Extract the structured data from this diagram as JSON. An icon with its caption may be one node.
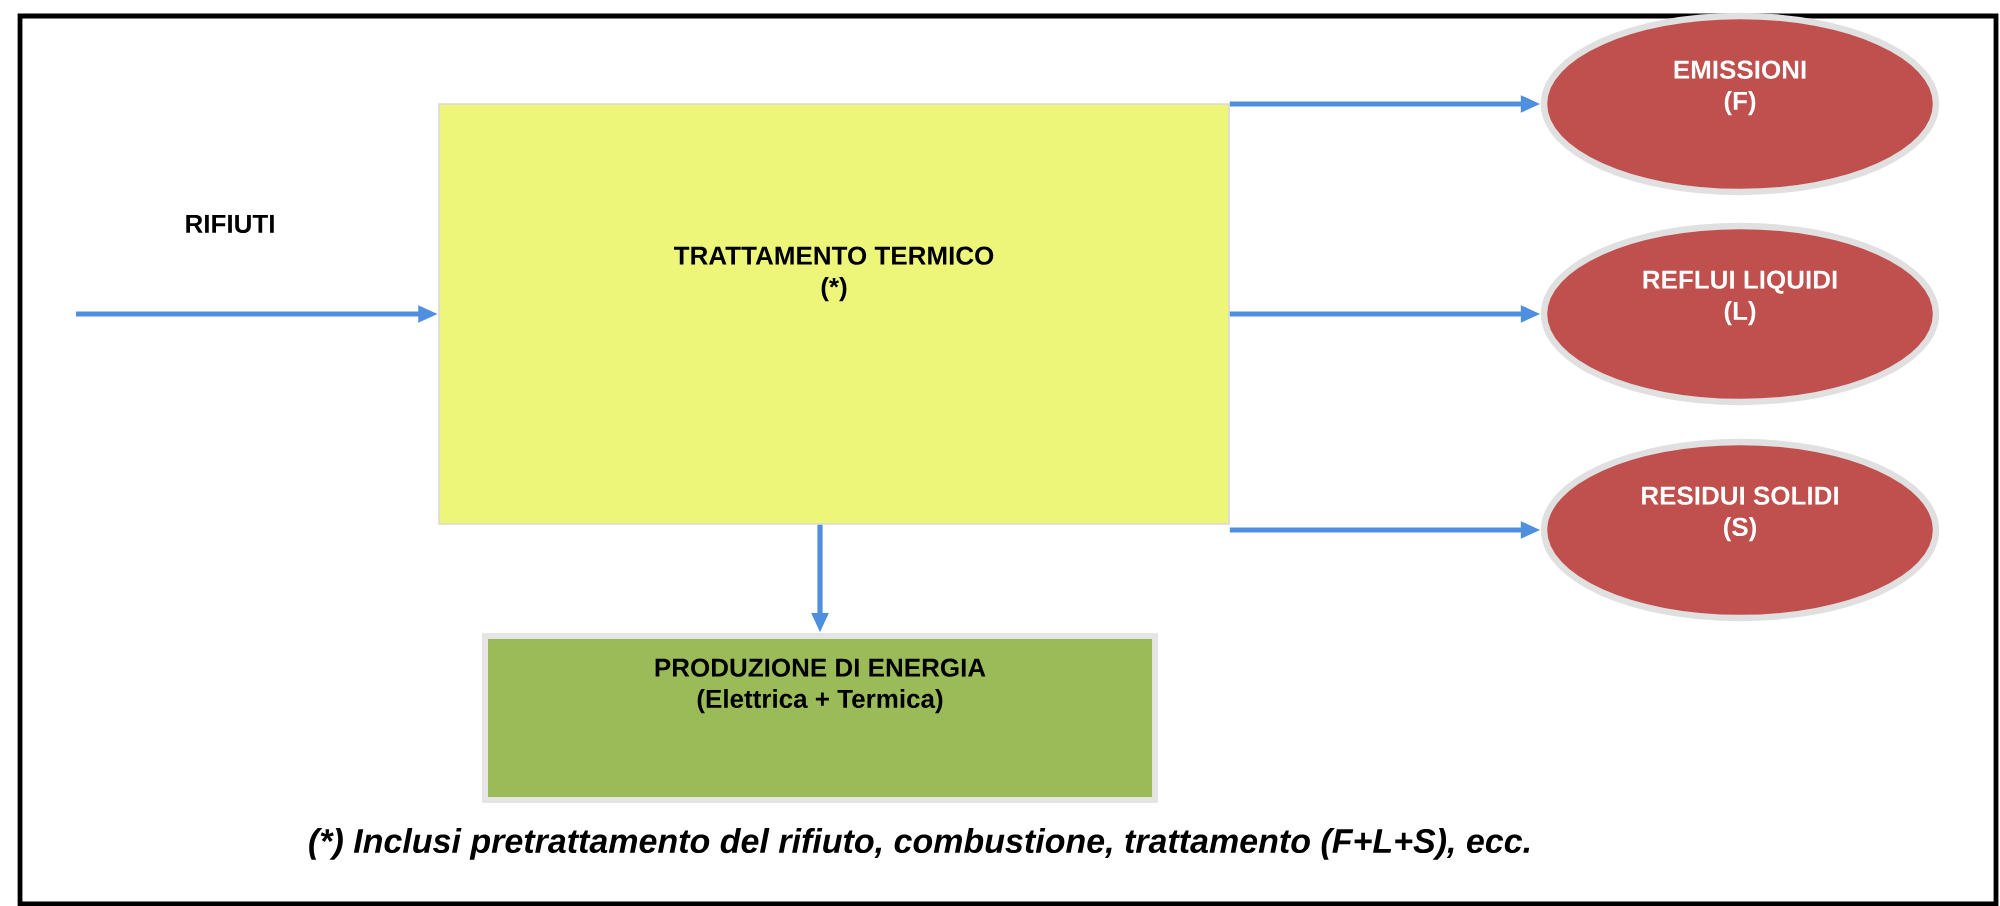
{
  "diagram": {
    "nodes": [
      {
        "text": [
          "TRATTAMENTO TERMICO",
          "(*)"
        ]
      },
      {
        "text": [
          "EMISSIONI",
          "(F)"
        ]
      },
      {
        "text": [
          "REFLUI LIQUIDI",
          "(L)"
        ]
      },
      {
        "text": [
          "RESIDUI SOLIDI",
          "(S)"
        ]
      },
      {
        "text": [
          "PRODUZIONE DI ENERGIA",
          "(Elettrica + Termica)"
        ]
      }
    ],
    "edges": [
      {
        "from": null,
        "to": 0,
        "arrow": "to",
        "label": "RIFIUTI"
      },
      {
        "from": 0,
        "to": 1,
        "arrow": "to"
      },
      {
        "from": 0,
        "to": 2,
        "arrow": "to"
      },
      {
        "from": 0,
        "to": 3,
        "arrow": "to"
      },
      {
        "from": 0,
        "to": 4,
        "arrow": "to"
      }
    ],
    "caption": "(*) Inclusi pretrattamento del rifiuto, combustione, trattamento (F+L+S), ecc."
  }
}
